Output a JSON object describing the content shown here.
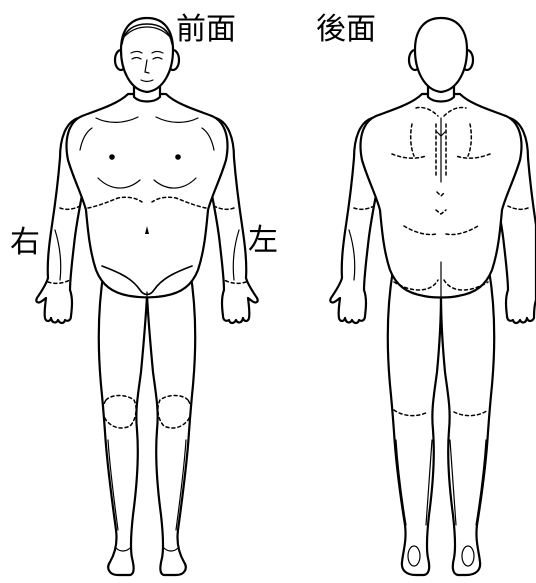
{
  "labels": {
    "front": "前面",
    "back": "後面",
    "right": "右",
    "left": "左"
  },
  "colors": {
    "background": "#ffffff",
    "line": "#000000"
  }
}
